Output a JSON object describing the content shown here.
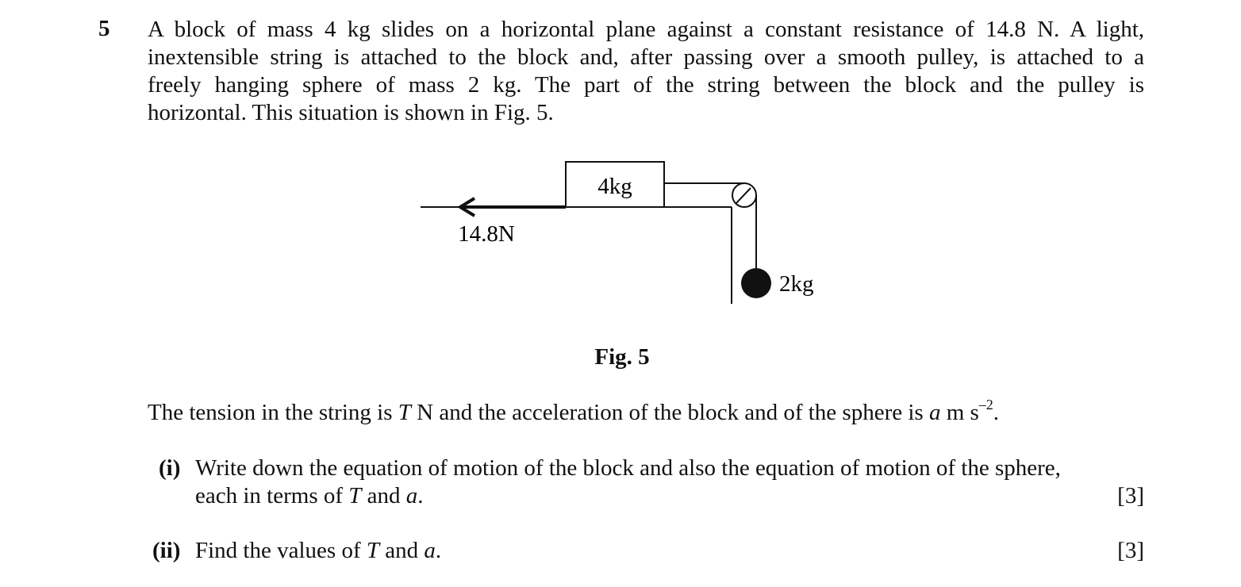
{
  "question": {
    "number": "5",
    "intro_lines": [
      "A block of mass 4 kg slides on a horizontal plane against a constant resistance of 14.8 N. A light,",
      "inextensible string is attached to the block and, after passing over a smooth pulley, is attached to a",
      "freely hanging sphere of mass 2 kg. The part of the string between the block and the pulley is",
      "horizontal. This situation is shown in Fig. 5."
    ]
  },
  "figure": {
    "block_label": "4kg",
    "force_label": "14.8N",
    "sphere_label": "2kg",
    "caption": "Fig. 5"
  },
  "tension_sentence": {
    "prefix": "The tension in the string is ",
    "T": "T",
    "mid": " N and the acceleration of the block and of the sphere is ",
    "a": "a",
    "unit": " m s",
    "exponent": "–2",
    "end": "."
  },
  "parts": [
    {
      "label": "(i)",
      "line1": "Write down the equation of motion of the block and also the equation of motion of the sphere,",
      "line2_prefix": "each in terms of ",
      "line2_T": "T",
      "line2_mid": " and ",
      "line2_a": "a",
      "line2_end": ".",
      "marks": "[3]"
    },
    {
      "label": "(ii)",
      "text_prefix": "Find the values of ",
      "text_T": "T",
      "text_mid": " and ",
      "text_a": "a",
      "text_end": ".",
      "marks": "[3]"
    }
  ]
}
